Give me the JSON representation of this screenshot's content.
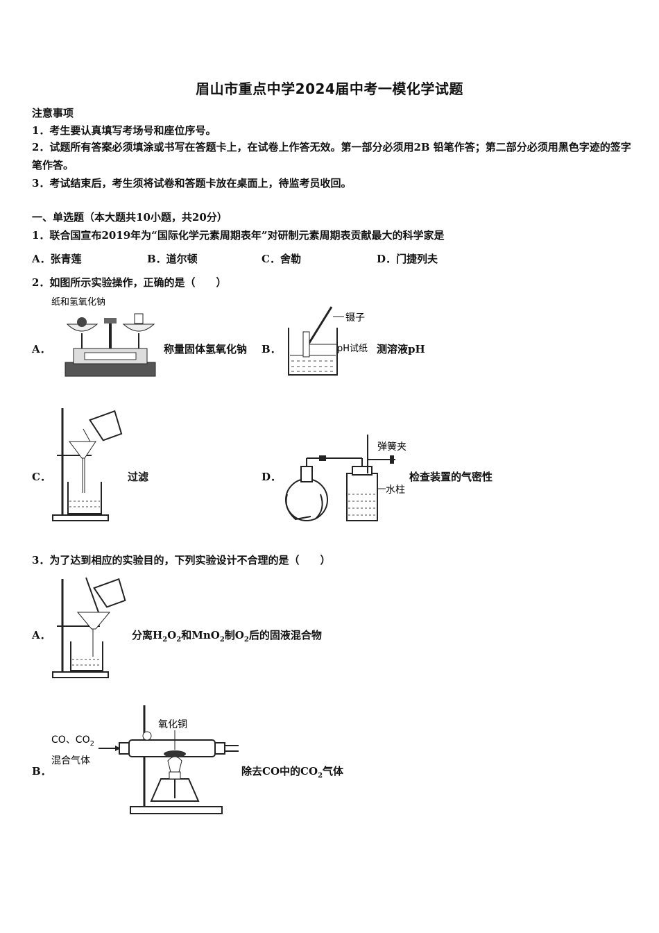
{
  "title": "眉山市重点中学2024届中考一模化学试题",
  "notice": {
    "heading": "注意事项",
    "items": [
      "1．考生要认真填写考场号和座位序号。",
      "2．试题所有答案必须填涂或书写在答题卡上，在试卷上作答无效。第一部分必须用2B 铅笔作答；第二部分必须用黑色字迹的签字笔作答。",
      "3．考试结束后，考生须将试卷和答题卡放在桌面上，待监考员收回。"
    ]
  },
  "section1": "一、单选题（本大题共10小题，共20分）",
  "q1": {
    "stem": "1．联合国宣布2019年为“国际化学元素周期表年”对研制元素周期表贡献最大的科学家是",
    "options": [
      "A．张青莲",
      "B．道尔顿",
      "C．舍勒",
      "D．门捷列夫"
    ]
  },
  "q2": {
    "stem": "2．如图所示实验操作，正确的是（　　）",
    "A": {
      "letter": "A．",
      "text": "称量固体氢氧化钠",
      "fig_label": "纸和氢氧化钠"
    },
    "B": {
      "letter": "B．",
      "text": "测溶液pH",
      "fig_label1": "镊子",
      "fig_label2": "pH试纸"
    },
    "C": {
      "letter": "C．",
      "text": "过滤"
    },
    "D": {
      "letter": "D．",
      "text": "检查装置的气密性",
      "fig_label1": "弹簧夹",
      "fig_label2": "水柱"
    }
  },
  "q3": {
    "stem": "3．为了达到相应的实验目的，下列实验设计不合理的是（　　）",
    "A": {
      "letter": "A．",
      "text_parts": [
        "分离",
        "H",
        "2",
        "O",
        "2",
        "和",
        "MnO",
        "2",
        "制",
        "O",
        "2",
        "后的固液混合物"
      ]
    },
    "B": {
      "letter": "B．",
      "text_parts": [
        "除去",
        "CO",
        "中的",
        "CO",
        "2",
        "气体"
      ],
      "fig_label_gas1": "CO、CO",
      "fig_label_gas1_sub": "2",
      "fig_label_gas2": "混合气体",
      "fig_label_cuo": "氧化铜"
    }
  }
}
